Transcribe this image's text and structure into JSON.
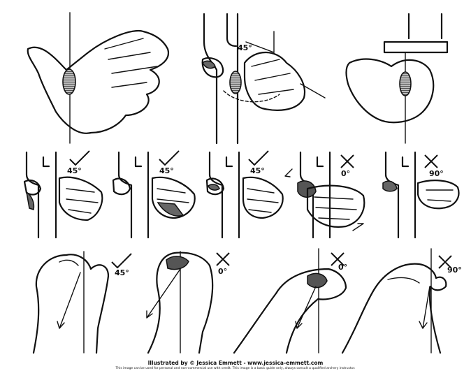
{
  "angles": {
    "r1_mid": "45°",
    "r2_1": "45°",
    "r2_2": "45°",
    "r2_3": "45°",
    "r2_4": "0°",
    "r2_5": "90°",
    "r3_1": "45°",
    "r3_2": "0°",
    "r3_3": "0°",
    "r3_4": "90°"
  },
  "credit": {
    "main": "Illustrated by © Jessica Emmett - www.jessica-emmett.com",
    "sub": "This image can be used for personal and non-commercial use with credit. This image is a basic guide only, always consult a qualified archery instructor."
  }
}
